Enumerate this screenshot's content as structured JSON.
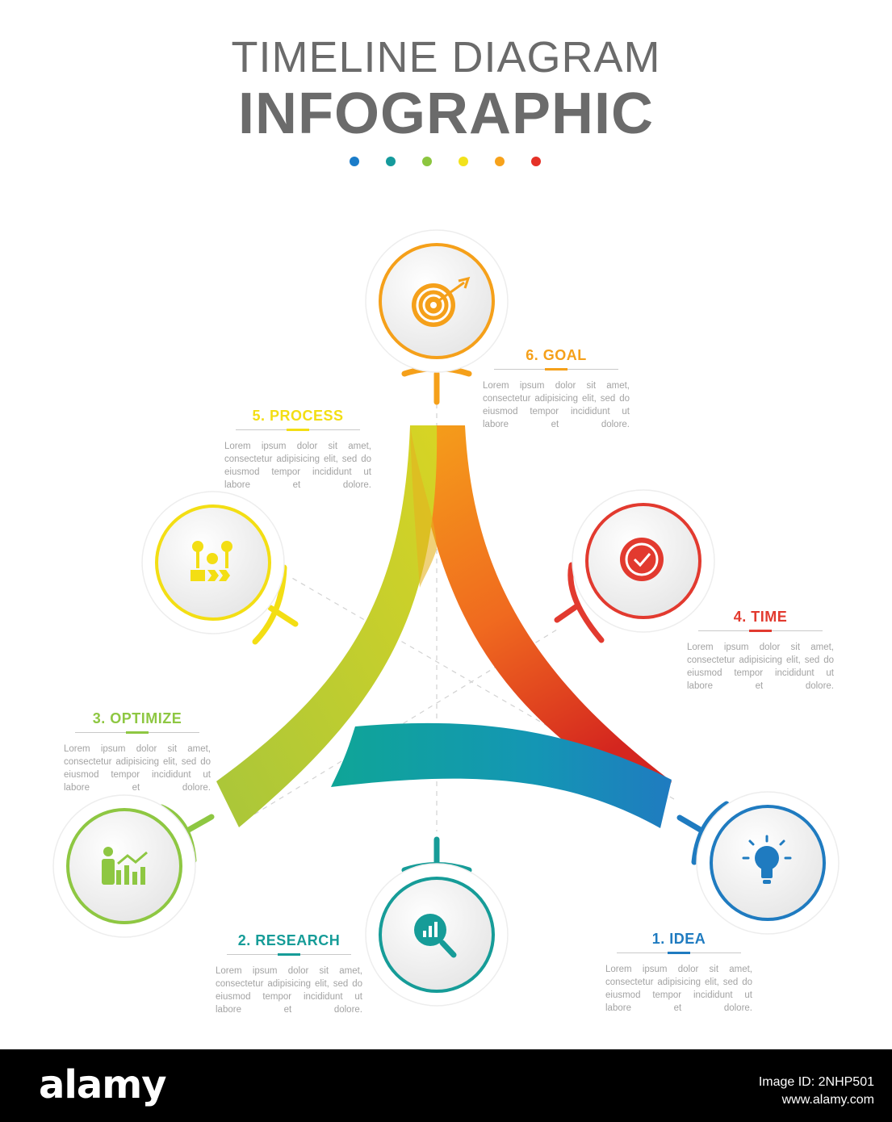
{
  "header": {
    "title_line1": "TIMELINE DIAGRAM",
    "title_line2": "INFOGRAPHIC",
    "dot_colors": [
      "#1a7cc9",
      "#159a9c",
      "#8cc63f",
      "#f2e21c",
      "#f7a21b",
      "#e53127"
    ]
  },
  "colors": {
    "blue": "#1f7bc0",
    "teal": "#169c98",
    "green": "#8ec742",
    "yellow": "#f3de14",
    "orange": "#f5a01a",
    "red": "#e23a2f",
    "text": "#a3a3a3",
    "title": "#6b6b6b"
  },
  "steps": [
    {
      "label": "1. IDEA",
      "color": "#1f7bc0",
      "icon": "lightbulb-icon",
      "text": "Lorem ipsum dolor sit amet, consectetur adipisicing elit, sed do eiusmod tempor incididunt ut labore et dolore."
    },
    {
      "label": "2. RESEARCH",
      "color": "#169c98",
      "icon": "magnifier-chart-icon",
      "text": "Lorem ipsum dolor sit amet, consectetur adipisicing elit, sed do eiusmod tempor incididunt ut labore et dolore."
    },
    {
      "label": "3. OPTIMIZE",
      "color": "#8ec742",
      "icon": "growth-chart-icon",
      "text": "Lorem ipsum dolor sit amet, consectetur adipisicing elit, sed do eiusmod tempor incididunt ut labore et dolore."
    },
    {
      "label": "4. TIME",
      "color": "#e23a2f",
      "icon": "clock-icon",
      "text": "Lorem ipsum dolor sit amet, consectetur adipisicing elit, sed do eiusmod tempor incididunt ut labore et dolore."
    },
    {
      "label": "5. PROCESS",
      "color": "#f3de14",
      "icon": "process-flow-icon",
      "text": "Lorem ipsum dolor sit amet, consectetur adipisicing elit, sed do eiusmod tempor incididunt ut labore et dolore."
    },
    {
      "label": "6. GOAL",
      "color": "#f5a01a",
      "icon": "target-arrow-icon",
      "text": "Lorem ipsum dolor sit amet, consectetur adipisicing elit, sed do eiusmod tempor incididunt ut labore et dolore."
    }
  ],
  "watermark": {
    "brand": "alamy",
    "image_id": "Image ID: 2NHP501",
    "site": "www.alamy.com"
  }
}
